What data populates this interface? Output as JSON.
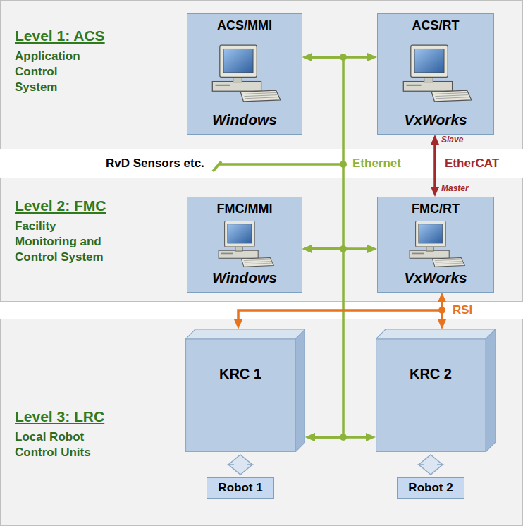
{
  "diagram": {
    "nodes": [
      {
        "text": [
          "Level 1: ACS",
          "Application Control System"
        ]
      },
      {
        "text": [
          "ACS/MMI",
          "Windows"
        ],
        "in": 0
      },
      {
        "text": [
          "ACS/RT",
          "VxWorks"
        ],
        "in": 0
      },
      {
        "text": [
          "Level 2: FMC",
          "Facility Monitoring and Control System"
        ]
      },
      {
        "text": [
          "FMC/MMI",
          "Windows"
        ],
        "in": 3
      },
      {
        "text": [
          "FMC/RT",
          "VxWorks"
        ],
        "in": 3
      },
      {
        "text": [
          "Level 3: LRC",
          "Local Robot Control Units"
        ]
      },
      {
        "text": [
          "KRC 1"
        ],
        "in": 6
      },
      {
        "text": [
          "KRC 2"
        ],
        "in": 6
      },
      {
        "text": [
          "Robot 1"
        ],
        "in": 6
      },
      {
        "text": [
          "Robot 2"
        ],
        "in": 6
      }
    ],
    "edges": [
      {
        "from": 1,
        "to": 2,
        "arrow": "both"
      },
      {
        "from": 4,
        "to": 5,
        "arrow": "both"
      },
      {
        "from": 7,
        "to": 8,
        "arrow": "both"
      },
      {
        "from": 1,
        "to": 4,
        "label": "Ethernet",
        "arrow": "both"
      },
      {
        "from": 4,
        "to": 7,
        "arrow": "both"
      },
      {
        "from": 2,
        "to": 5,
        "label": "EtherCAT",
        "arrow": "both"
      },
      {
        "from": 5,
        "to": 7,
        "arrow": "both"
      },
      {
        "from": 5,
        "to": 8,
        "label": "RSI",
        "arrow": "both"
      },
      {
        "from": 7,
        "to": 9,
        "arrow": "both"
      },
      {
        "from": 8,
        "to": 10,
        "arrow": "both"
      }
    ],
    "labels": [
      "Slave",
      "Master",
      "RvD Sensors etc."
    ]
  }
}
